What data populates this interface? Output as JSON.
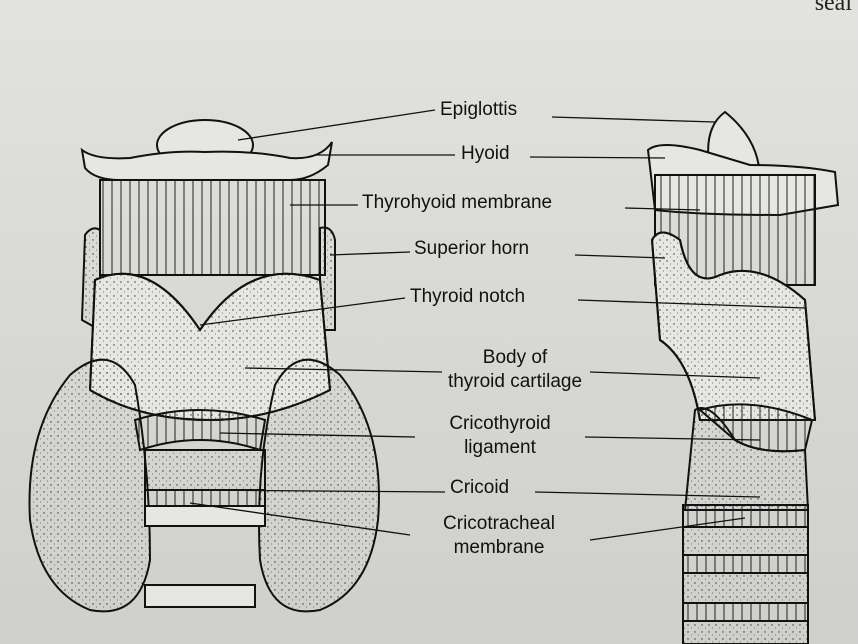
{
  "page_fragment": "seal",
  "labels": {
    "epiglottis": "Epiglottis",
    "hyoid": "Hyoid",
    "thyrohyoid_membrane": "Thyrohyoid membrane",
    "superior_horn": "Superior horn",
    "thyroid_notch": "Thyroid notch",
    "body_line1": "Body of",
    "body_line2": "thyroid cartilage",
    "cricothyroid_line1": "Cricothyroid",
    "cricothyroid_line2": "ligament",
    "cricoid": "Cricoid",
    "cricotracheal_line1": "Cricotracheal",
    "cricotracheal_line2": "membrane"
  }
}
